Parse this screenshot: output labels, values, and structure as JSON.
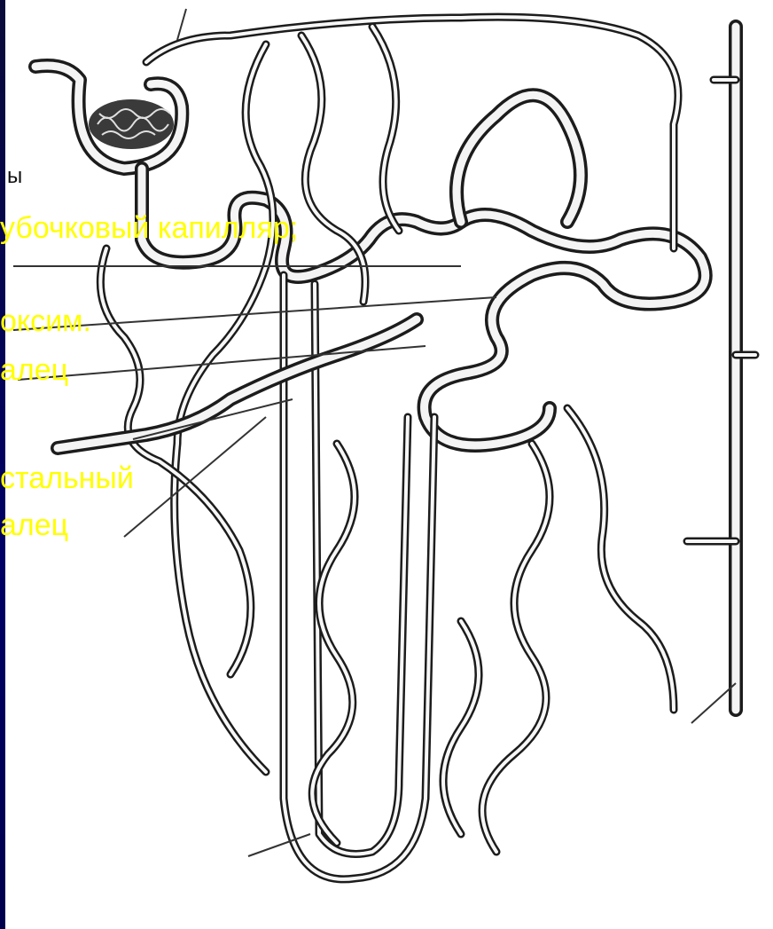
{
  "labels": {
    "top_fragment": "",
    "glomerulus_fragment": "ы",
    "peritubular_capillary": "убочковый капилляр;",
    "proximal_line1": "оксим.",
    "proximal_line2": "алец",
    "distal_line1": "стальный",
    "distal_line2": "алец"
  },
  "colors": {
    "label_text": "#ffff00",
    "line_art": "#1c1c1c",
    "background": "#ffffff",
    "left_band": "#000066"
  }
}
